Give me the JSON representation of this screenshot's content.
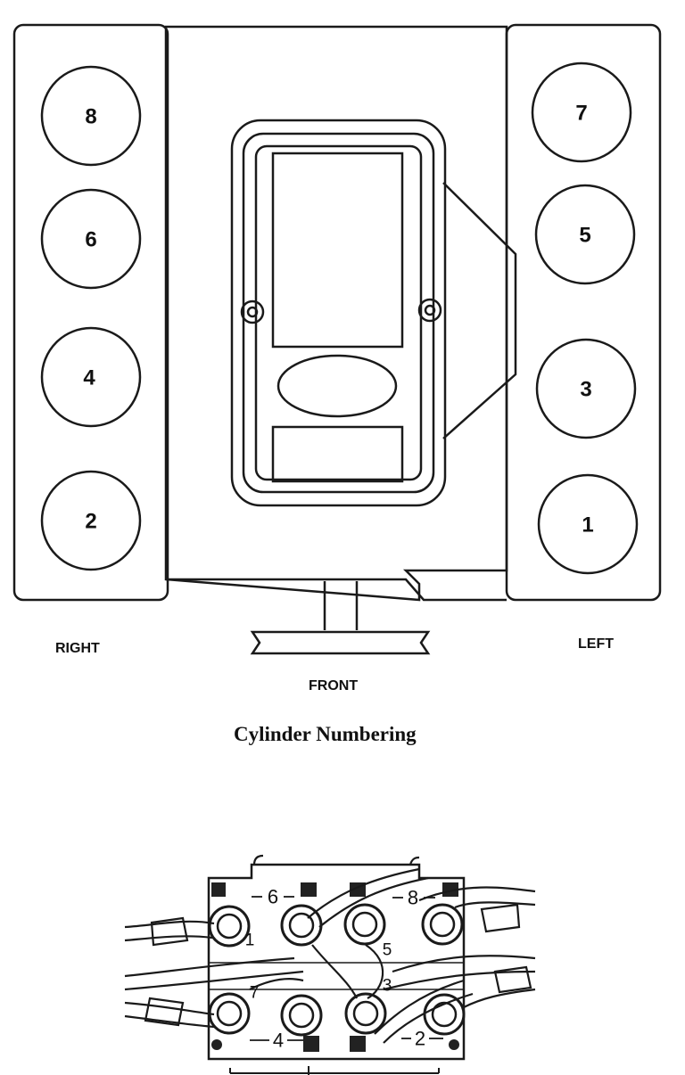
{
  "engine_diagram": {
    "right_bank_cylinders": [
      "8",
      "6",
      "4",
      "2"
    ],
    "left_bank_cylinders": [
      "7",
      "5",
      "3",
      "1"
    ],
    "labels": {
      "right": "RIGHT",
      "left": "LEFT",
      "front": "FRONT"
    },
    "caption": "Cylinder Numbering"
  },
  "coil_pack": {
    "top_row_labels": [
      "6",
      "8"
    ],
    "middle_labels": [
      "1",
      "5",
      "7",
      "3"
    ],
    "bottom_row_labels": [
      "4",
      "2"
    ]
  }
}
